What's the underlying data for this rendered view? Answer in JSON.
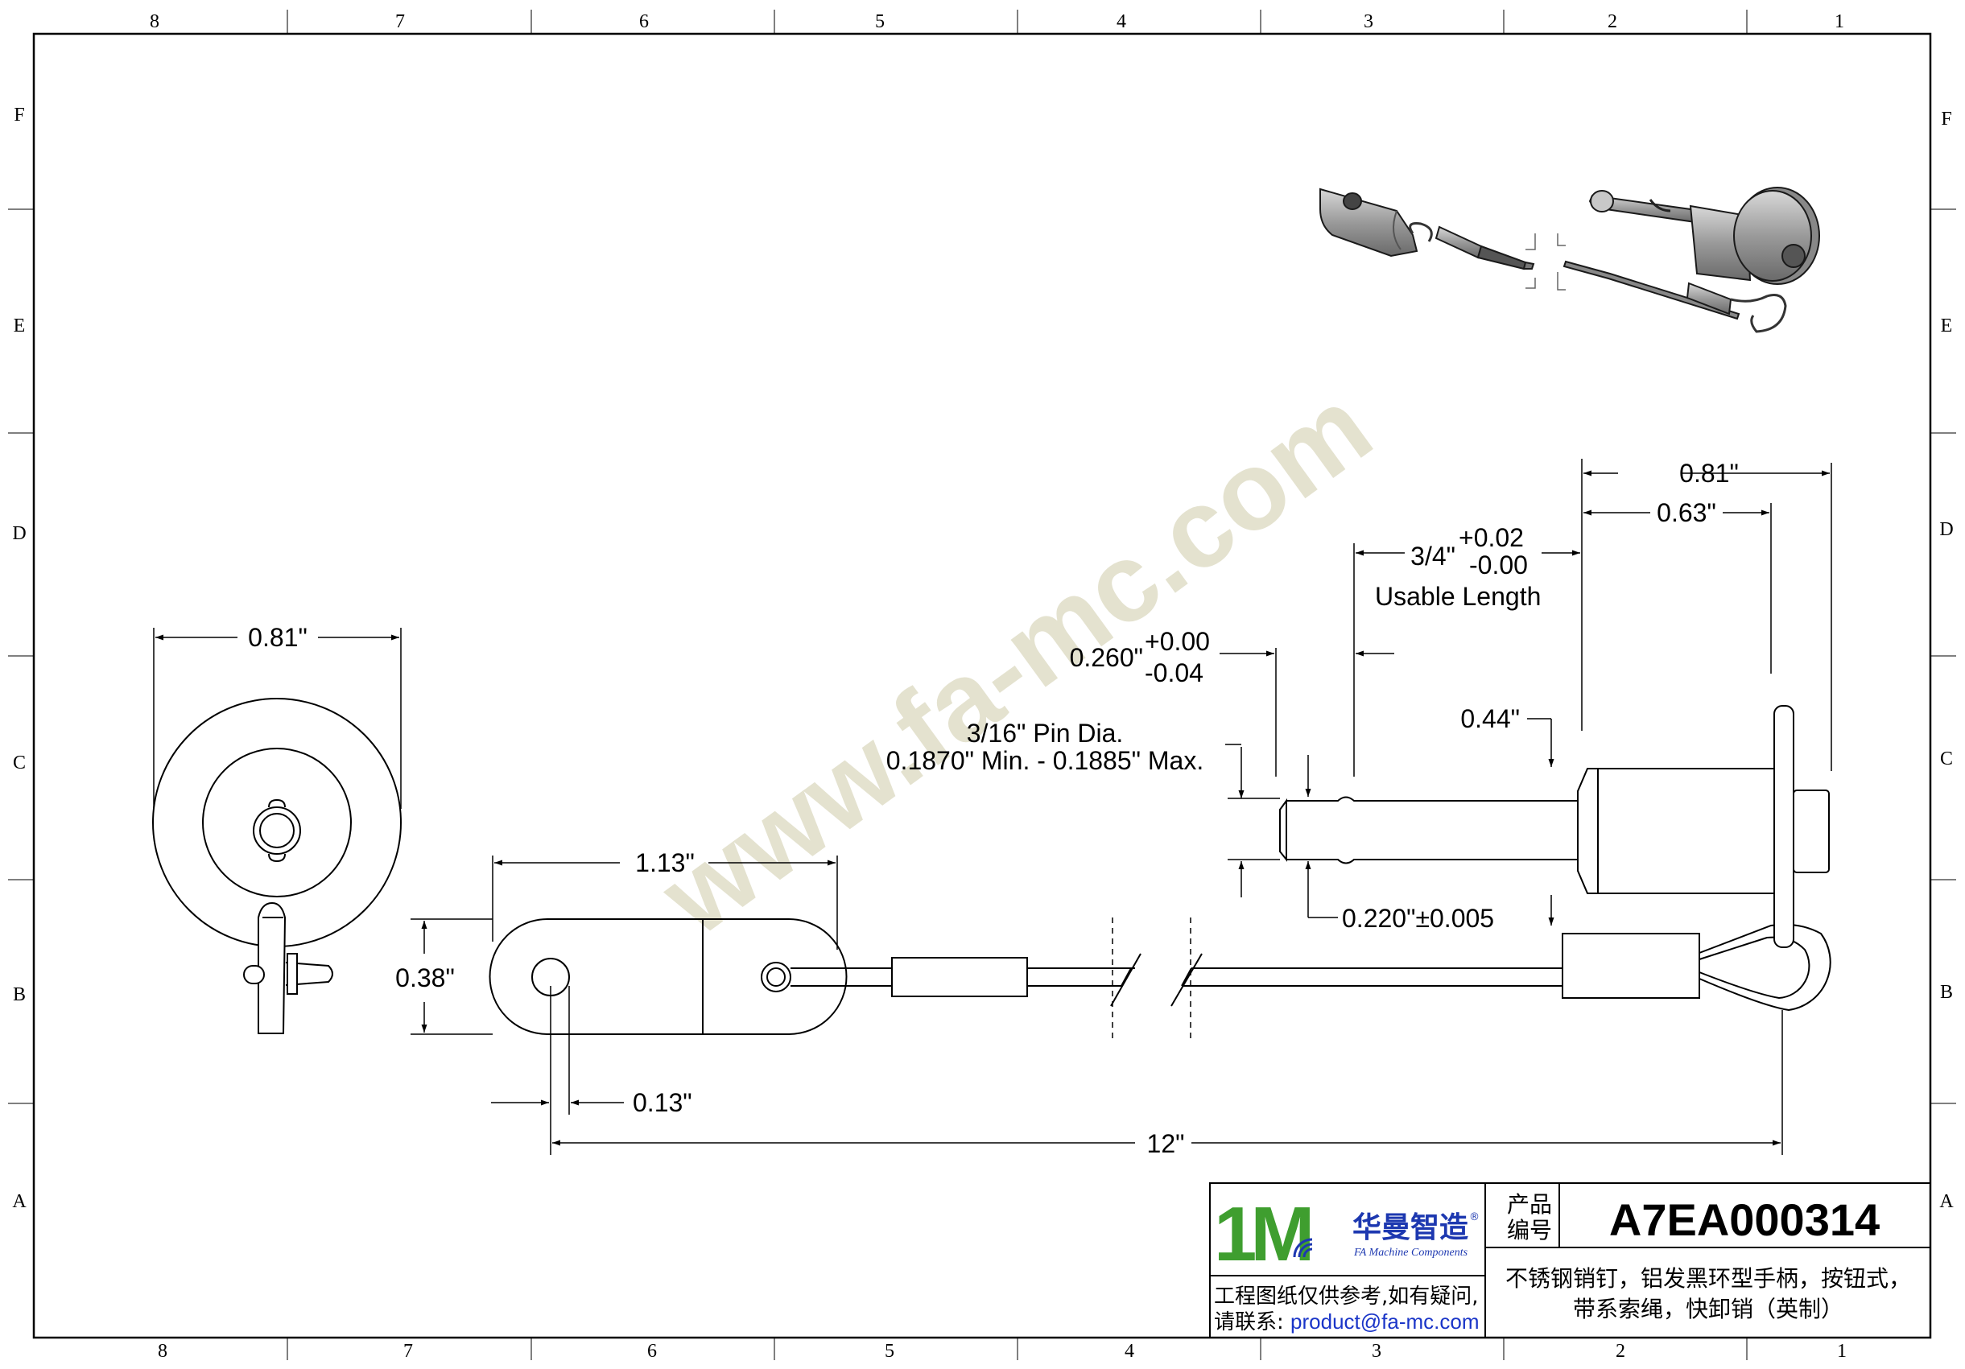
{
  "frame": {
    "zones_top": [
      "8",
      "7",
      "6",
      "5",
      "4",
      "3",
      "2",
      "1"
    ],
    "zones_bottom": [
      "8",
      "7",
      "6",
      "5",
      "4",
      "3",
      "2",
      "1"
    ],
    "rows": [
      "F",
      "E",
      "D",
      "C",
      "B",
      "A"
    ]
  },
  "watermark": "www.fa-mc.com",
  "dimensions": {
    "end_view_dia": "0.81\"",
    "handle_dia": "0.81\"",
    "handle_width": "0.63\"",
    "usable_len_main": "3/4\"",
    "usable_len_plus": "+0.02",
    "usable_len_minus": "-0.00",
    "usable_len_label": "Usable Length",
    "ball_pos_main": "0.260\"",
    "ball_pos_plus": "+0.00",
    "ball_pos_minus": "-0.04",
    "pin_dia_line1": "3/16\" Pin Dia.",
    "pin_dia_line2": "0.1870\" Min. - 0.1885\" Max.",
    "collar": "0.44\"",
    "groove_dia": "0.220\"±0.005",
    "tab_length": "1.13\"",
    "tab_height": "0.38\"",
    "hole_edge": "0.13\"",
    "cable_length": "12\""
  },
  "title_block": {
    "logo_mark": "1M",
    "logo_cn": "华曼智造",
    "logo_reg": "®",
    "logo_en": "FA Machine Components",
    "field_label_1": "产品",
    "field_label_2": "编号",
    "part_no": "A7EA000314",
    "desc_line1": "不锈钢销钉，铝发黑环型手柄，按钮式，",
    "desc_line2": "带系索绳，快卸销（英制）",
    "note_line1": "工程图纸仅供参考,如有疑问,",
    "note_line2_prefix": "请联系:",
    "email": "product@fa-mc.com"
  },
  "colors": {
    "line": "#000000",
    "watermark": "#e4e2cf",
    "email": "#1a35c8",
    "logo_green": "#3f9e2f",
    "logo_blue": "#1d38b0",
    "iso_fill": "#a4a4a4"
  }
}
